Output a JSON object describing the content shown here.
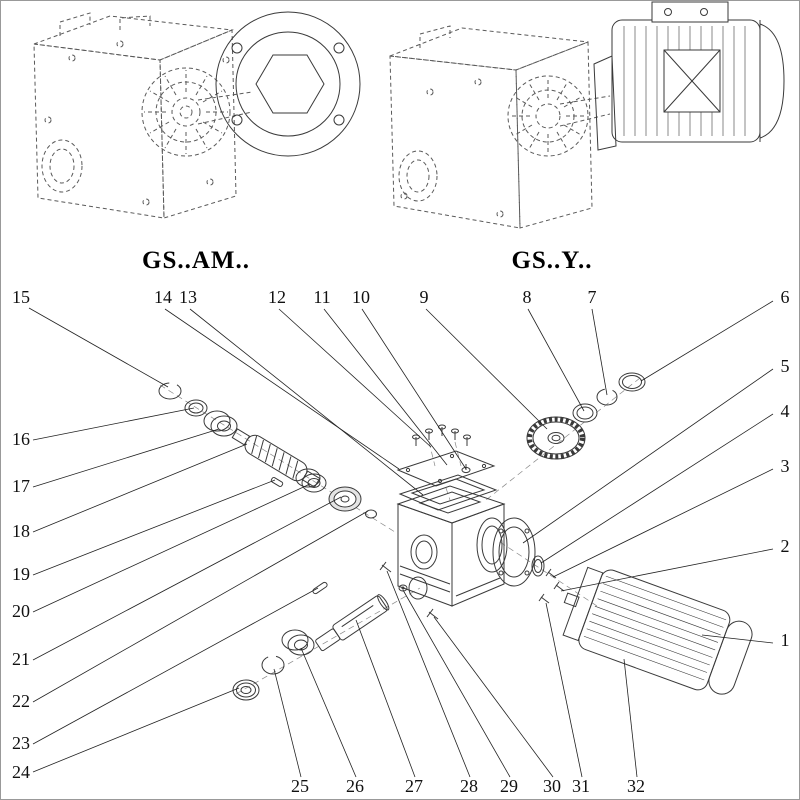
{
  "colors": {
    "ink": "#3a3a3a",
    "dashed_line": "#5a5a5a",
    "leader": "#222222",
    "background": "#ffffff"
  },
  "titles": {
    "left": "GS..AM..",
    "right": "GS..Y.."
  },
  "callouts": {
    "c1": "1",
    "c2": "2",
    "c3": "3",
    "c4": "4",
    "c5": "5",
    "c6": "6",
    "c7": "7",
    "c8": "8",
    "c9": "9",
    "c10": "10",
    "c11": "11",
    "c12": "12",
    "c13": "13",
    "c14": "14",
    "c15": "15",
    "c16": "16",
    "c17": "17",
    "c18": "18",
    "c19": "19",
    "c20": "20",
    "c21": "21",
    "c22": "22",
    "c23": "23",
    "c24": "24",
    "c25": "25",
    "c26": "26",
    "c27": "27",
    "c28": "28",
    "c29": "29",
    "c30": "30",
    "c31": "31",
    "c32": "32"
  }
}
